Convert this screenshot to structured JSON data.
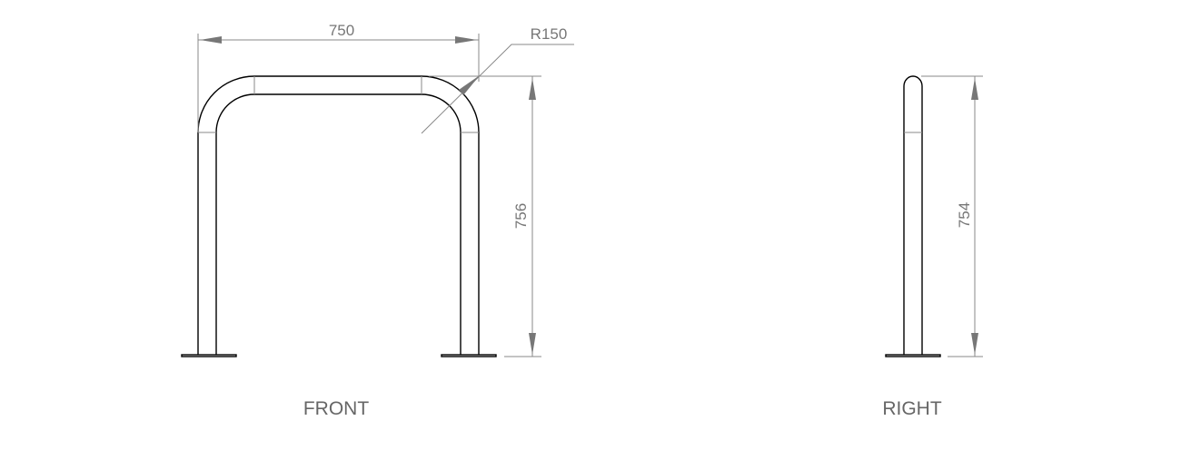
{
  "views": {
    "front": {
      "label": "FRONT",
      "width_dim": "750",
      "height_dim": "756",
      "radius_dim": "R150"
    },
    "right": {
      "label": "RIGHT",
      "height_dim": "754"
    }
  },
  "colors": {
    "object_line": "#000000",
    "dimension_line": "#888888",
    "text": "#777777"
  }
}
